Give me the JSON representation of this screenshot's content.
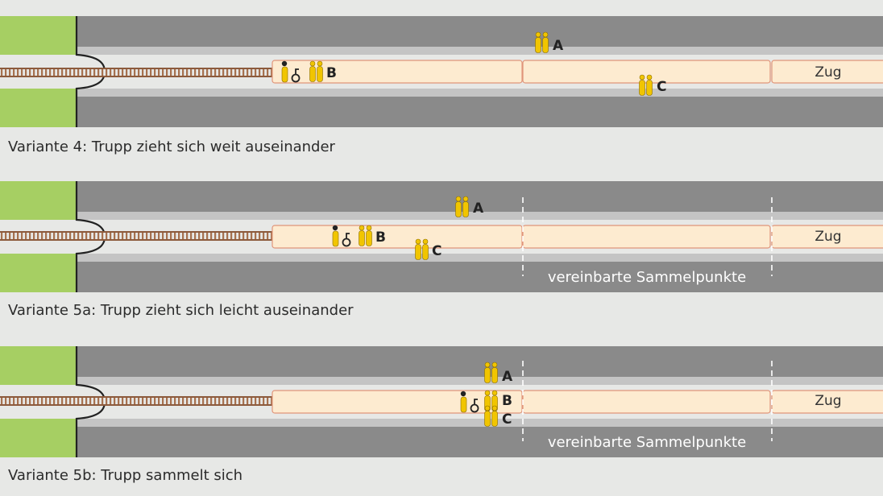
{
  "colors": {
    "background": "#e7e8e6",
    "platform": "#8a8a8a",
    "edge": "#c4c4c4",
    "grass": "#a6cf63",
    "rail": "#8c5a3c",
    "train": "#fdebd0",
    "train_border": "#e0957a",
    "person": "#f1c500"
  },
  "icons": [
    "person-pair-icon",
    "whistle-guard-icon",
    "rail-track-icon"
  ],
  "train_label": "Zug",
  "panels": [
    {
      "caption": "Variante 4: Trupp zieht sich weit auseinander",
      "meeting_points_label": "",
      "groups": [
        {
          "letter": "A"
        },
        {
          "letter": "B"
        },
        {
          "letter": "C"
        }
      ]
    },
    {
      "caption": "Variante 5a: Trupp zieht sich leicht auseinander",
      "meeting_points_label": "vereinbarte Sammelpunkte",
      "groups": [
        {
          "letter": "A"
        },
        {
          "letter": "B"
        },
        {
          "letter": "C"
        }
      ]
    },
    {
      "caption": "Variante 5b: Trupp sammelt sich",
      "meeting_points_label": "vereinbarte Sammelpunkte",
      "groups": [
        {
          "letter": "A"
        },
        {
          "letter": "B"
        },
        {
          "letter": "C"
        }
      ]
    }
  ]
}
